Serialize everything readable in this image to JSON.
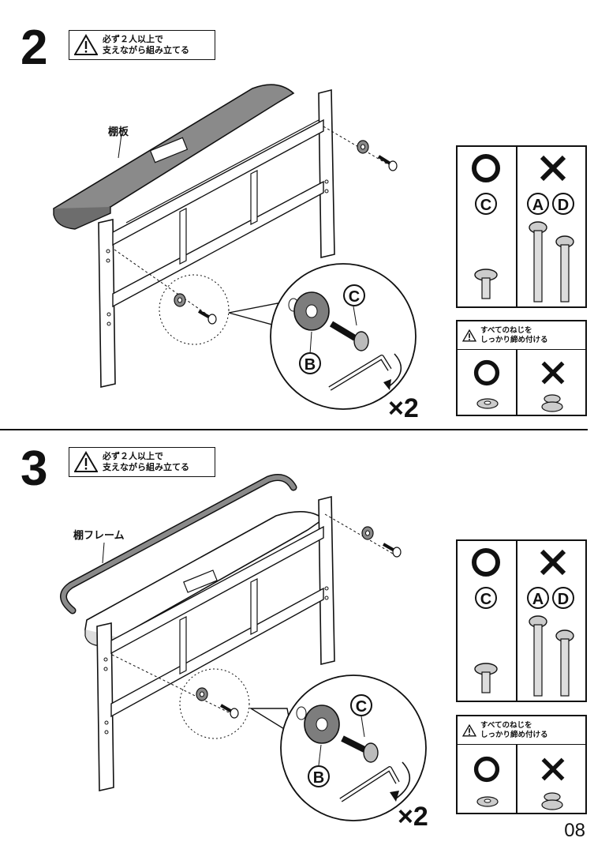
{
  "page_number": "08",
  "steps": [
    {
      "number": "2",
      "warning": "必ず２人以上で\n支えながら組み立てる",
      "part_label": "棚板",
      "multiplier": "×2",
      "callout_labels": {
        "washer": "B",
        "screw": "C"
      },
      "screw_panel": {
        "ok_mark": "O",
        "ng_mark": "X",
        "ok_letter": "C",
        "ng_letters": [
          "A",
          "D"
        ]
      },
      "tighten_panel": {
        "warning": "すべてのねじを\nしっかり締め付ける",
        "ok_mark": "O",
        "ng_mark": "X"
      }
    },
    {
      "number": "3",
      "warning": "必ず２人以上で\n支えながら組み立てる",
      "part_label": "棚フレーム",
      "multiplier": "×2",
      "callout_labels": {
        "washer": "B",
        "screw": "C"
      },
      "screw_panel": {
        "ok_mark": "O",
        "ng_mark": "X",
        "ok_letter": "C",
        "ng_letters": [
          "A",
          "D"
        ]
      },
      "tighten_panel": {
        "warning": "すべてのねじを\nしっかり締め付ける",
        "ok_mark": "O",
        "ng_mark": "X"
      }
    }
  ]
}
